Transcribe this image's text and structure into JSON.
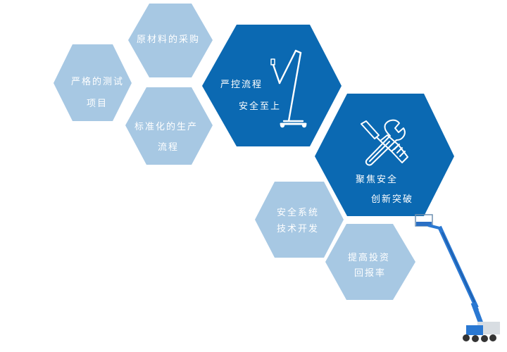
{
  "colors": {
    "light_hex": "#a7c8e3",
    "dark_hex": "#0b69b2",
    "text": "#ffffff",
    "background": "#ffffff"
  },
  "hexagons": [
    {
      "id": "raw-materials",
      "style": "light",
      "lines": [
        "原材料的采购"
      ]
    },
    {
      "id": "strict-testing",
      "style": "light",
      "lines": [
        "严格的测试",
        "项目"
      ]
    },
    {
      "id": "standard-production",
      "style": "light",
      "lines": [
        "标准化的生产",
        "流程"
      ]
    },
    {
      "id": "strict-control",
      "style": "dark",
      "lines": [
        "严控流程",
        "安全至上"
      ],
      "icon": "aerial-lift-icon"
    },
    {
      "id": "safety-innovation",
      "style": "dark",
      "lines": [
        "聚焦安全",
        "创新突破"
      ],
      "icon": "wrench-screwdriver-icon"
    },
    {
      "id": "safety-tech",
      "style": "light",
      "lines": [
        "安全系统",
        "技术开发"
      ]
    },
    {
      "id": "roi",
      "style": "light",
      "lines": [
        "提高投资",
        "回报率"
      ]
    }
  ],
  "photo": {
    "subject": "blue-telescopic-boom-lift-photo"
  }
}
